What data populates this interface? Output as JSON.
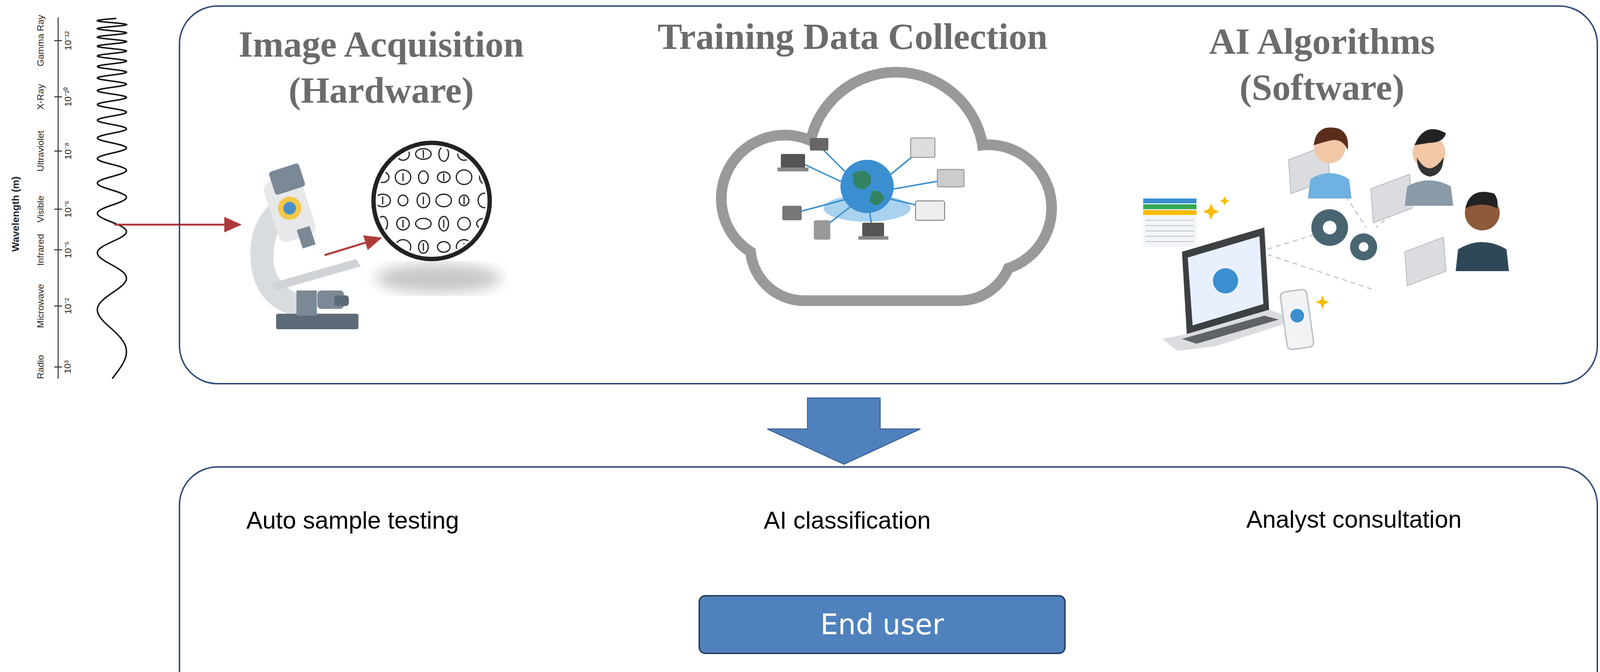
{
  "diagram": {
    "nodes": [
      {
        "text": [
          "Image Acquisition (Hardware)",
          "Training Data Collection",
          "AI Algorithms (Software)"
        ]
      },
      {
        "text": [
          "Auto sample testing",
          "AI classification",
          "Analyst consultation"
        ]
      },
      {
        "text": [
          "End user"
        ],
        "in": 1
      }
    ],
    "edges": [
      {
        "from": 0,
        "to": 1,
        "arrow": "to"
      }
    ],
    "labels": [
      "Wavelength (m)",
      "Gamma Ray",
      "10⁻¹²",
      "X-Ray",
      "10⁻¹⁰",
      "Ultraviolet",
      "10⁻⁸",
      "Visible",
      "10⁻⁶",
      "Infrared",
      "10⁻⁵",
      "Microwave",
      "10⁻²",
      "Radio",
      "10³"
    ]
  }
}
